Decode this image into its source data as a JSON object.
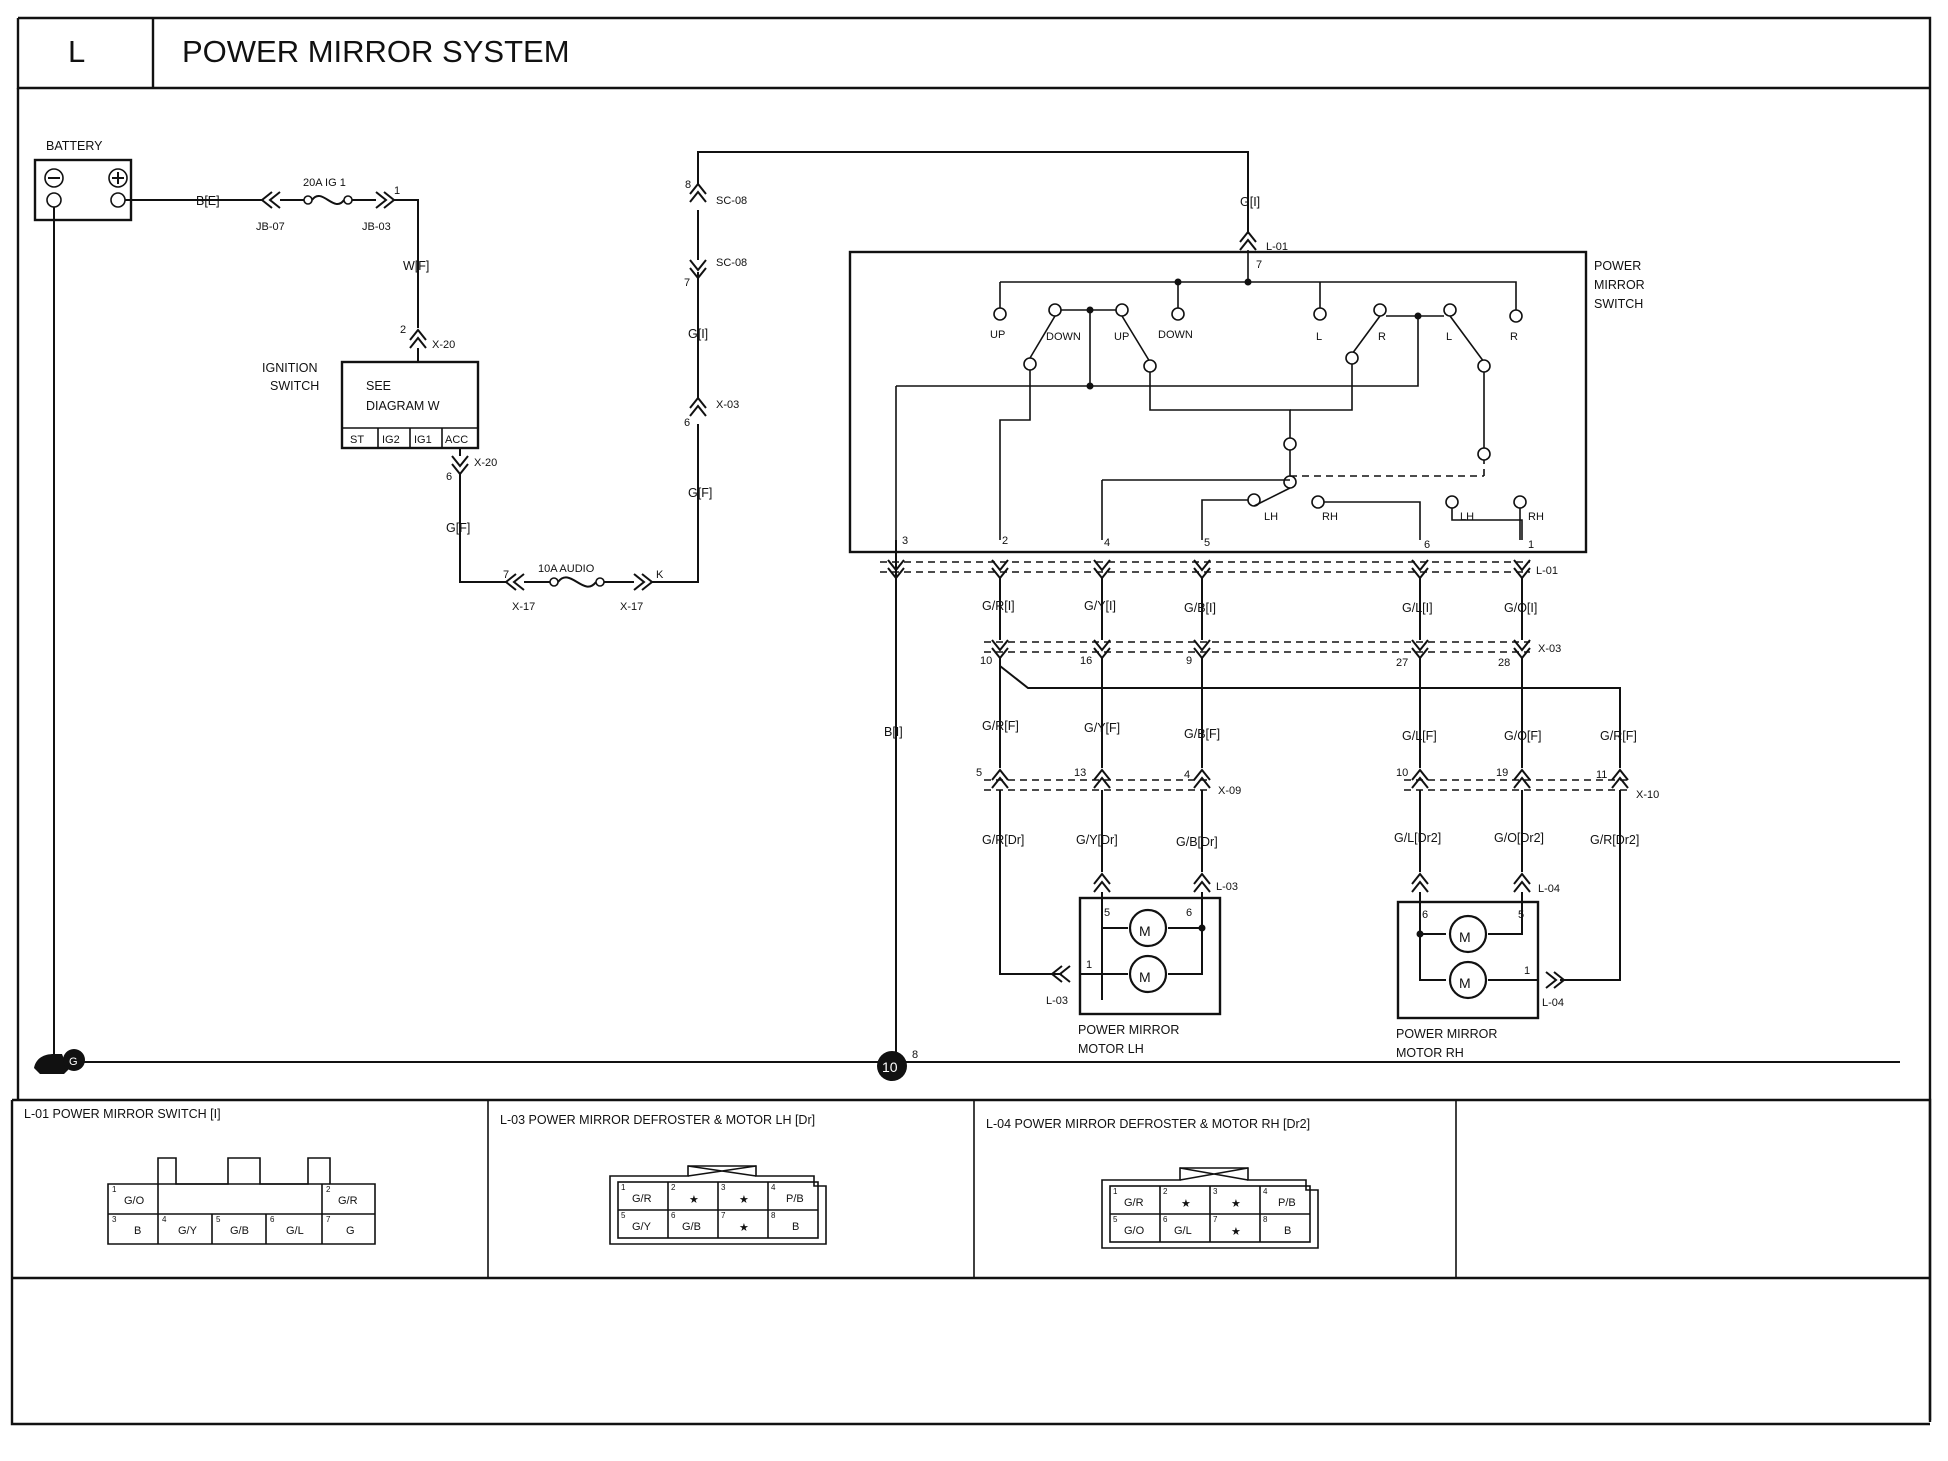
{
  "header": {
    "section_letter": "L",
    "title": "POWER MIRROR SYSTEM"
  },
  "battery": {
    "label": "BATTERY",
    "wire": "B[E]",
    "conn_left": "JB-07",
    "conn_right": "JB-03",
    "pin_right": "1",
    "fuse": "20A IG 1"
  },
  "ignition": {
    "name_line1": "IGNITION",
    "name_line2": "SWITCH",
    "see_line1": "SEE",
    "see_line2": "DIAGRAM  W",
    "positions": [
      "ST",
      "IG2",
      "IG1",
      "ACC"
    ],
    "in_wire": "W[F]",
    "in_pin": "2",
    "in_conn": "X-20",
    "out_pin": "6",
    "out_conn": "X-20",
    "out_wire": "G[F]"
  },
  "audio_fuse": {
    "label": "10A AUDIO",
    "pin_left": "7",
    "conn_left": "X-17",
    "pin_right": "K",
    "conn_right": "X-17"
  },
  "riser": {
    "wire_low": "G[F]",
    "x03_pin": "6",
    "x03_conn": "X-03",
    "wire_mid": "G[I]",
    "sc08_low_pin": "7",
    "sc08_low_conn": "SC-08",
    "sc08_high_pin": "8",
    "sc08_high_conn": "SC-08",
    "top_wire": "G[I]",
    "l01_conn": "L-01",
    "l01_pin": "7"
  },
  "mirror_switch": {
    "name_line1": "POWER",
    "name_line2": "MIRROR",
    "name_line3": "SWITCH",
    "contacts": [
      "UP",
      "DOWN",
      "UP",
      "DOWN",
      "L",
      "R",
      "L",
      "R"
    ],
    "selectors": [
      "LH",
      "RH",
      "LH",
      "RH"
    ],
    "pins": [
      "3",
      "2",
      "4",
      "5",
      "6",
      "1"
    ],
    "bottom_conn": "L-01"
  },
  "harness": {
    "switch_wires": [
      "G/R[I]",
      "G/Y[I]",
      "G/B[I]",
      "G/L[I]",
      "G/O[I]"
    ],
    "x03_pins": [
      "10",
      "16",
      "9",
      "27",
      "28"
    ],
    "x03_conn": "X-03",
    "ground_wire": "B[I]",
    "floor_wires": [
      "G/R[F]",
      "G/Y[F]",
      "G/B[F]",
      "G/L[F]",
      "G/O[F]",
      "G/R[F]"
    ],
    "x09_pins": [
      "5",
      "13",
      "4"
    ],
    "x09_conn": "X-09",
    "x10_pins": [
      "10",
      "19",
      "11"
    ],
    "x10_conn": "X-10",
    "door_wires_lh": [
      "G/R[Dr]",
      "G/Y[Dr]",
      "G/B[Dr]"
    ],
    "door_wires_rh": [
      "G/L[Dr2]",
      "G/O[Dr2]",
      "G/R[Dr2]"
    ]
  },
  "motor_lh": {
    "conn_top": "L-03",
    "pins_top": [
      "5",
      "6"
    ],
    "pin_side": "1",
    "conn_side": "L-03",
    "name_line1": "POWER MIRROR",
    "name_line2": "MOTOR LH",
    "glyph": "M"
  },
  "motor_rh": {
    "conn_top": "L-04",
    "pins_top": [
      "6",
      "5"
    ],
    "pin_side": "1",
    "conn_side": "L-04",
    "name_line1": "POWER MIRROR",
    "name_line2": "MOTOR RH",
    "glyph": "M"
  },
  "ground": {
    "left_symbol": "G",
    "point": "10",
    "point_pin": "8"
  },
  "connectors": [
    {
      "title": "L-01 POWER MIRROR SWITCH [I]",
      "top_row": [
        [
          "1",
          "G/O"
        ],
        [
          "2",
          "G/R"
        ]
      ],
      "bottom_row": [
        [
          "3",
          "B"
        ],
        [
          "4",
          "G/Y"
        ],
        [
          "5",
          "G/B"
        ],
        [
          "6",
          "G/L"
        ],
        [
          "7",
          "G"
        ]
      ]
    },
    {
      "title": "L-03 POWER MIRROR DEFROSTER & MOTOR LH [Dr]",
      "top_row": [
        [
          "1",
          "G/R"
        ],
        [
          "2",
          "★"
        ],
        [
          "3",
          "★"
        ],
        [
          "4",
          "P/B"
        ]
      ],
      "bottom_row": [
        [
          "5",
          "G/Y"
        ],
        [
          "6",
          "G/B"
        ],
        [
          "7",
          "★"
        ],
        [
          "8",
          "B"
        ]
      ]
    },
    {
      "title": "L-04 POWER MIRROR DEFROSTER & MOTOR RH [Dr2]",
      "top_row": [
        [
          "1",
          "G/R"
        ],
        [
          "2",
          "★"
        ],
        [
          "3",
          "★"
        ],
        [
          "4",
          "P/B"
        ]
      ],
      "bottom_row": [
        [
          "5",
          "G/O"
        ],
        [
          "6",
          "G/L"
        ],
        [
          "7",
          "★"
        ],
        [
          "8",
          "B"
        ]
      ]
    }
  ]
}
